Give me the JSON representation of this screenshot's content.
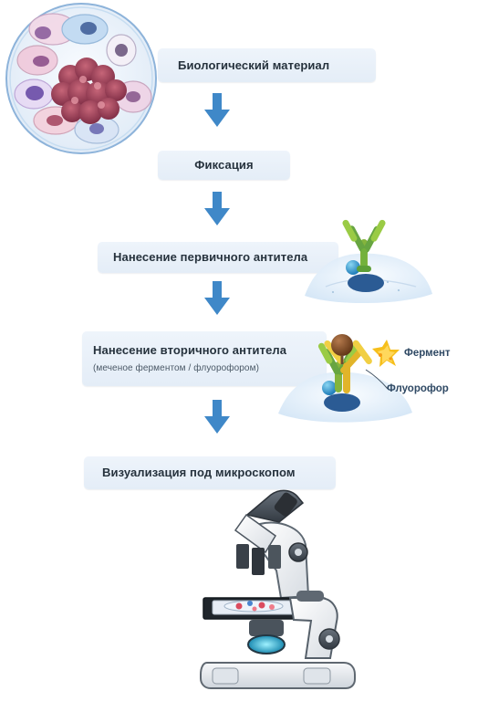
{
  "steps": [
    {
      "title": "Биологический материал"
    },
    {
      "title": "Фиксация"
    },
    {
      "title": "Нанесение первичного антитела"
    },
    {
      "title": "Нанесение вторичного антитела",
      "subtitle": "(меченое ферментом / флуорофором)"
    },
    {
      "title": "Визуализация под микроскопом"
    }
  ],
  "labels": {
    "enzyme": "Фермент",
    "fluorophore": "Флуорофор"
  },
  "colors": {
    "arrow": "#3f88c8",
    "box_bg": "#e7eff9",
    "text": "#26323d",
    "antibody_green": "#6ab04c",
    "antibody_yellow": "#e2bc25",
    "enzyme_brown": "#7b4a25"
  },
  "icons": [
    "tissue-cells-icon",
    "primary-antibody-icon",
    "secondary-antibody-icon",
    "enzyme-burst-icon",
    "microscope-icon"
  ]
}
